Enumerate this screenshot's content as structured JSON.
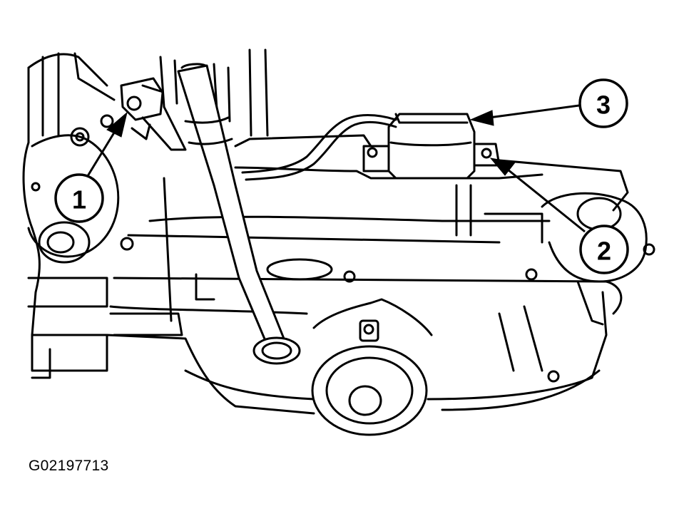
{
  "figure": {
    "id_label": "G02197713"
  },
  "callouts": [
    {
      "number": "1"
    },
    {
      "number": "2"
    },
    {
      "number": "3"
    }
  ],
  "colors": {
    "line": "#000000",
    "background": "#ffffff"
  }
}
